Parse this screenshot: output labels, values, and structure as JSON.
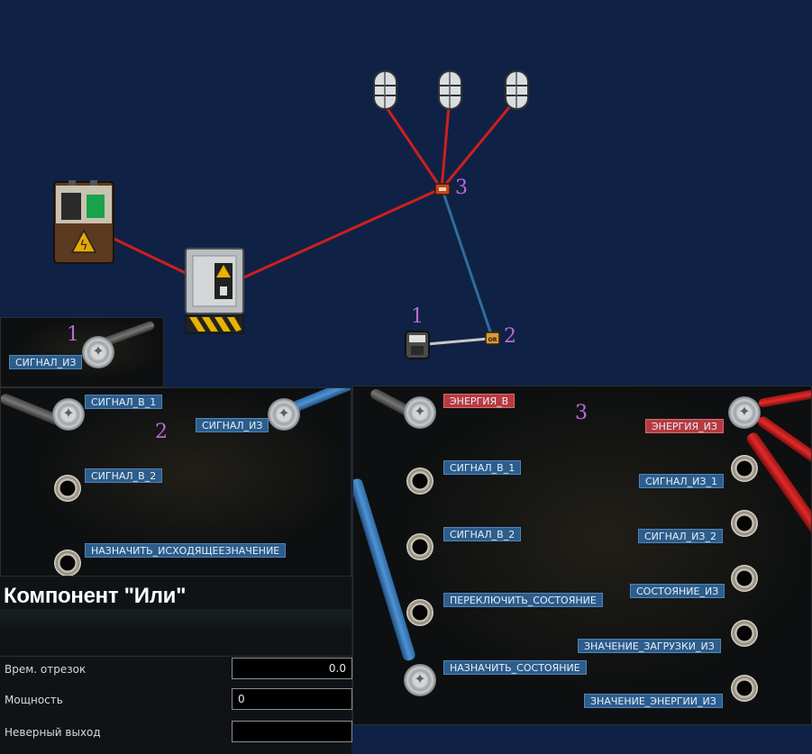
{
  "numbers": {
    "n1": "1",
    "n2": "2",
    "n3": "3"
  },
  "device_labels": {
    "or_chip": "OR"
  },
  "panel1": {
    "signal_out": "СИГНАЛ_ИЗ"
  },
  "panel2": {
    "signal_in_1": "СИГНАЛ_В_1",
    "signal_out": "СИГНАЛ_ИЗ",
    "signal_in_2": "СИГНАЛ_В_2",
    "set_output": "НАЗНАЧИТЬ_ИСХОДЯЩЕЕЗНАЧЕНИЕ"
  },
  "panel3": {
    "power_in": "ЭНЕРГИЯ_В",
    "power_out": "ЭНЕРГИЯ_ИЗ",
    "signal_in_1": "СИГНАЛ_В_1",
    "signal_out_1": "СИГНАЛ_ИЗ_1",
    "signal_in_2": "СИГНАЛ_В_2",
    "signal_out_2": "СИГНАЛ_ИЗ_2",
    "toggle_state": "ПЕРЕКЛЮЧИТЬ_СОСТОЯНИЕ",
    "state_out": "СОСТОЯНИЕ_ИЗ",
    "set_state": "НАЗНАЧИТЬ_СОСТОЯНИЕ",
    "load_value_out": "ЗНАЧЕНИЕ_ЗАГРУЗКИ_ИЗ",
    "power_value_out": "ЗНАЧЕНИЕ_ЭНЕРГИИ_ИЗ"
  },
  "properties": {
    "title": "Компонент \"Или\"",
    "time_frame_label": "Врем. отрезок",
    "time_frame_value": "0.0",
    "power_label": "Мощность",
    "power_value": "0",
    "false_output_label": "Неверный выход",
    "false_output_value": ""
  },
  "colors": {
    "background": "#0f2245",
    "power_wire": "#d01e1e",
    "signal_wire": "#2f6e9e",
    "tag_blue": "#2c5d8c",
    "tag_red": "#b63a40",
    "annotation": "#b86bd6"
  }
}
